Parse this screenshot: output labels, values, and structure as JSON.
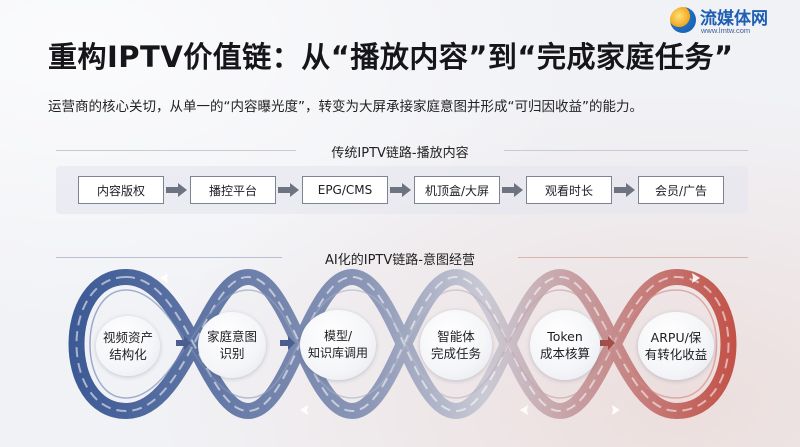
{
  "title": "重构IPTV价值链：从“播放内容”到“完成家庭任务”",
  "logo": {
    "name": "流媒体网",
    "url": "www.lmtw.com"
  },
  "subtitle": "运营商的核心关切，从单一的“内容曝光度”，转变为大屏承接家庭意图并形成“可归因收益”的能力。",
  "traditional": {
    "heading": "传统IPTV链路-播放内容",
    "steps": [
      "内容版权",
      "播控平台",
      "EPG/CMS",
      "机顶盒/大屏",
      "观看时长",
      "会员/广告"
    ]
  },
  "ai": {
    "heading": "AI化的IPTV链路-意图经营",
    "nodes": [
      "视频资产\n结构化",
      "家庭意图\n识别",
      "模型/\n知识库调用",
      "智能体\n完成任务",
      "Token\n成本核算",
      "ARPU/保\n有转化收益"
    ]
  },
  "colors": {
    "steel_blue": "#3d5fa0",
    "accent_red": "#c0453a",
    "box_border": "#7d8391"
  }
}
